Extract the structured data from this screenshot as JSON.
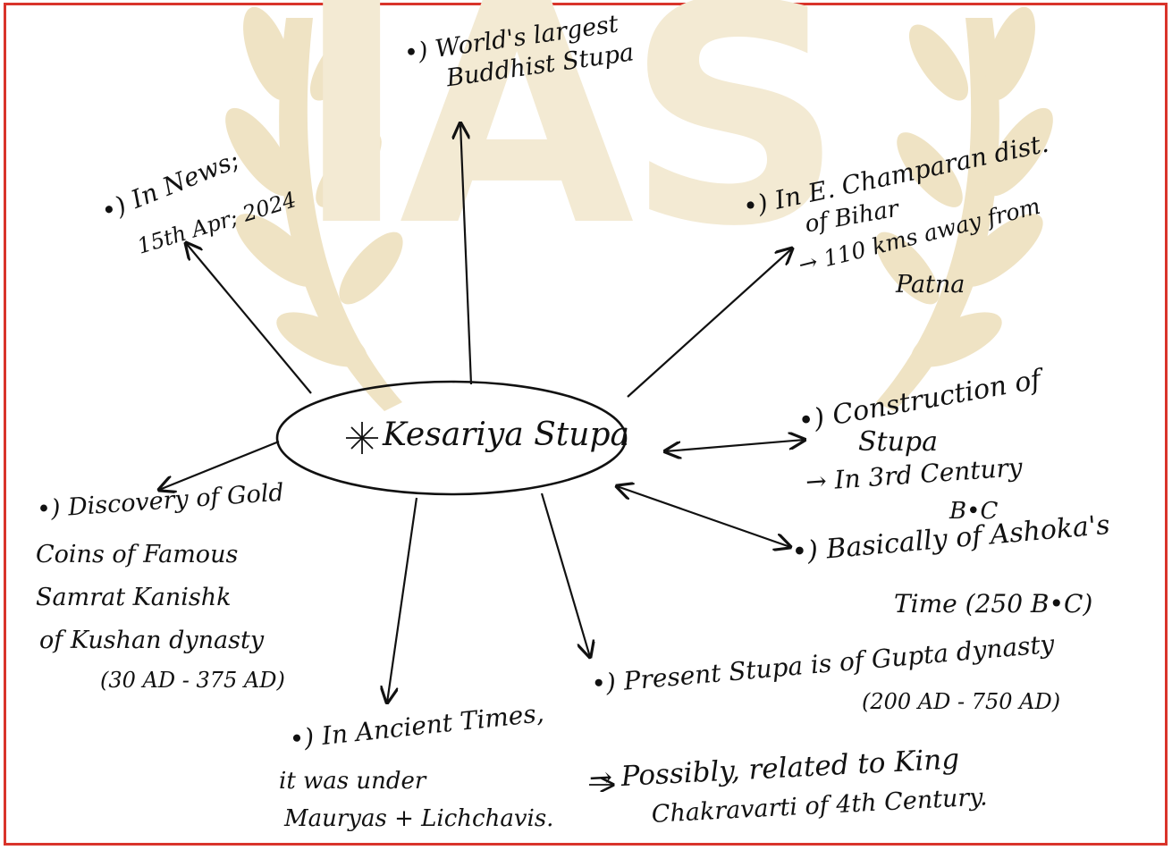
{
  "watermark": {
    "text": "IAS"
  },
  "center": {
    "title": "Kesariya Stupa"
  },
  "notes": {
    "largest": "•) World's largest\n     Buddhist Stupa",
    "news_line1": "•) In News;",
    "news_line2": "15th Apr; 2024",
    "location_line1": "•) In E. Champaran dist.",
    "location_line2": "of Bihar",
    "location_line3": "→ 110 kms away from",
    "location_line4": "Patna",
    "construction_line1": "•) Construction of",
    "construction_line2": "Stupa",
    "construction_line3": "→ In 3rd Century",
    "construction_line4": "B•C",
    "ashoka_line1": "•) Basically of Ashoka's",
    "ashoka_line2": "Time (250 B•C)",
    "gupta_line1": "•) Present Stupa is of Gupta dynasty",
    "gupta_line2": "(200 AD - 750 AD)",
    "coins_line1": "•) Discovery of Gold",
    "coins_line2": "Coins of Famous",
    "coins_line3": "Samrat Kanishk",
    "coins_line4": "of Kushan dynasty",
    "coins_line5": "(30 AD - 375 AD)",
    "ancient_line1": "•) In Ancient Times,",
    "ancient_line2": "it was under",
    "ancient_line3": "Mauryas + Lichchavis.",
    "possibly_line1": "→ Possibly, related to King",
    "possibly_line2": "Chakravarti of 4th Century."
  },
  "colors": {
    "frame": "#d9342b",
    "ink": "#111111",
    "watermark": "#f3ead3",
    "laurel": "#efe3c4"
  }
}
